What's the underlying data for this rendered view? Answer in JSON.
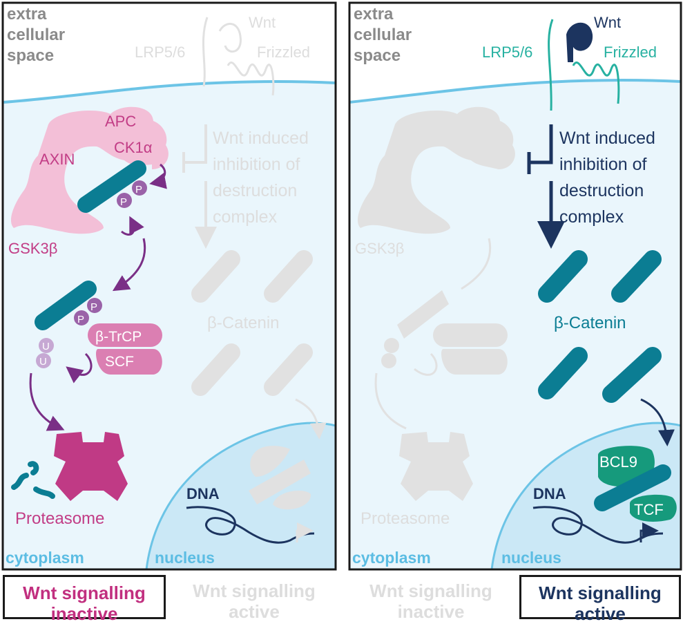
{
  "colors": {
    "cytoplasm": "#eaf6fc",
    "extracellular": "#ffffff",
    "membrane": "#6cc4e6",
    "nucleus": "#cbe8f6",
    "nucleus_label": "#5cbde3",
    "faded": "#e1e1e1",
    "faded_text": "#dddddd",
    "destruction_complex": "#f3bfd7",
    "destruction_text": "#c23d86",
    "catenin": "#0b7d93",
    "phosphate": "#9a62a8",
    "ubiquitin": "#c6a8d3",
    "btrcp_scf": "#db7fb2",
    "proteasome": "#c03a85",
    "arrow_purple": "#7a2f86",
    "navy": "#1c345f",
    "teal_receptor": "#27b1a1",
    "tcf_bcl9": "#169a7c",
    "inactive_magenta": "#c12f7f"
  },
  "left_panel": {
    "region_extracellular": [
      "extra",
      "cellular",
      "space"
    ],
    "receptor_labels": {
      "lrp": "LRP5/6",
      "wnt": "Wnt",
      "frizzled": "Frizzled"
    },
    "destruction_complex": {
      "apc": "APC",
      "axin": "AXIN",
      "ck1": "CK1α",
      "gsk": "GSK3β"
    },
    "phospho_mark": "P",
    "ubiquitin_mark": "U",
    "btrcp": "β-TrCP",
    "scf": "SCF",
    "inhibition_text": [
      "Wnt induced",
      "inhibition of",
      "destruction",
      "complex"
    ],
    "catenin_label": "β-Catenin",
    "proteasome": "Proteasome",
    "dna": "DNA",
    "cytoplasm": "cytoplasm",
    "nucleus": "nucleus"
  },
  "right_panel": {
    "region_extracellular": [
      "extra",
      "cellular",
      "space"
    ],
    "receptor_labels": {
      "lrp": "LRP5/6",
      "wnt": "Wnt",
      "frizzled": "Frizzled"
    },
    "gsk": "GSK3β",
    "inhibition_text": [
      "Wnt induced",
      "inhibition of",
      "destruction",
      "complex"
    ],
    "catenin_label": "β-Catenin",
    "bcl9": "BCL9",
    "tcf": "TCF",
    "proteasome": "Proteasome",
    "dna": "DNA",
    "cytoplasm": "cytoplasm",
    "nucleus": "nucleus"
  },
  "captions": [
    {
      "text": "Wnt signalling inactive",
      "state": "highlighted",
      "color": "#c12f7f"
    },
    {
      "text": "Wnt signalling active",
      "state": "faded",
      "color": "#dddddd"
    },
    {
      "text": "Wnt signalling inactive",
      "state": "faded",
      "color": "#dddddd"
    },
    {
      "text": "Wnt signalling active",
      "state": "highlighted",
      "color": "#1c345f"
    }
  ]
}
